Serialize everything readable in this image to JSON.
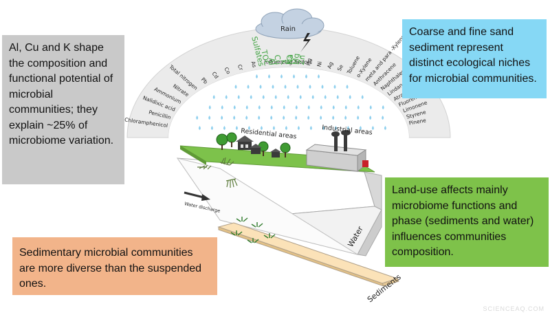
{
  "rain_label": "Rain",
  "influencing_label": "Influencing factors",
  "factors_left": [
    "Chloramphenicol",
    "Penicillin",
    "Nalidixic acid",
    "Ammonium",
    "Nitrate",
    "Total nitrogen",
    "Pb",
    "Cd",
    "Co",
    "Cr",
    "As"
  ],
  "factors_green": [
    "Sulfates",
    "TOC",
    "Al",
    "Cu",
    "K",
    "Ca",
    "Na",
    "Mg",
    "Zn"
  ],
  "factors_right": [
    "Hg",
    "Ni",
    "Ag",
    "Se",
    "Toluene",
    "o-Xylene",
    "meta and para -Xylene",
    "Anthracene",
    "Naphthalene",
    "Lindane",
    "Atrazine",
    "Fluorene",
    "Limonene",
    "Styrene",
    "Pinene"
  ],
  "residential_label": "Residential areas",
  "industrial_label": "Industrial areas",
  "water_discharge_label": "Water discharge",
  "water_label": "Water",
  "sediments_label": "Sediments",
  "box_gray": "Al, Cu and K shape the composition and functional potential of microbial communities; they explain ~25% of microbiome variation.",
  "box_blue": "Coarse and fine sand sediment represent distinct ecological niches for microbial communities.",
  "box_green": "Land-use affects mainly microbiome functions and phase (sediments and water) influences communities composition.",
  "box_orange": "Sedimentary microbial communities are more diverse than the suspended ones.",
  "watermark": "SCIENCEAQ.COM",
  "colors": {
    "gray_box": "#c9c9c9",
    "blue_box": "#86d8f5",
    "green_box": "#7ec24a",
    "orange_box": "#f2b48a",
    "factor_green": "#43a444",
    "land_green": "#7dc24b",
    "raindrop": "#8fd0ee"
  }
}
